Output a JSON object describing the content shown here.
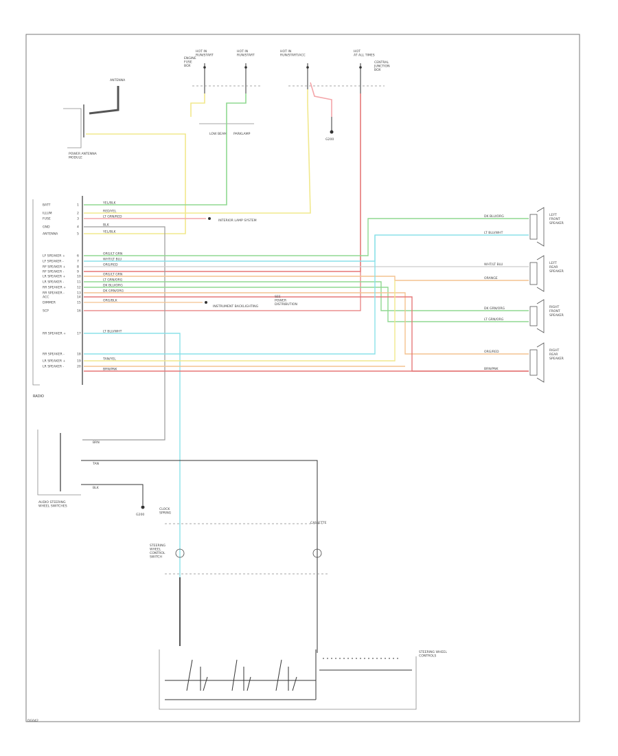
{
  "diagram": {
    "top_labels": {
      "fuse_a": "HOT IN\nRUN/START",
      "fuse_b": "HOT IN\nRUN/START",
      "fuse_c": "HOT IN\nRUN/START/ACC",
      "fuse_d": "HOT\nAT ALL TIMES",
      "fuse_a_desc": "ENGINE\nFUSE\nBOX",
      "fuse_d_desc": "CENTRAL\nJUNCTION\nBOX",
      "antenna": "ANTENNA",
      "antenna_module": "POWER ANTENNA\nMODULE",
      "ground_top": "G200",
      "relay_left": "LOW BEAM",
      "relay_right": "PARKLAMP"
    },
    "radio": {
      "title": "RADIO",
      "pin_labels": [
        "BATT",
        "ILLUM",
        "FUSE",
        "GND",
        "ANTENNA",
        "LF SPEAKER +",
        "LF SPEAKER -",
        "RF SPEAKER +",
        "RF SPEAKER -",
        "LR SPEAKER +",
        "LR SPEAKER -",
        "RR SPEAKER +",
        "RR SPEAKER -",
        "ACC",
        "DIMMER",
        "SCP",
        "RR SPEAKER +",
        "RR SPEAKER -",
        "LR SPEAKER +",
        "LR SPEAKER -"
      ],
      "wire_labels": [
        "YEL/BLK",
        "RED/YEL",
        "LT GRN/RED",
        "BLK",
        "YEL/BLK",
        "ORG/LT GRN",
        "WHT/LT BLU",
        "ORG/RED",
        "ORG/LT GRN",
        "LT GRN/ORG",
        "DK BLU/ORG",
        "DK GRN/ORG",
        "ORG/BLK",
        "LT BLU/WHT",
        "TAN/YEL",
        "BRN/PNK"
      ],
      "note_illum": "INTERIOR LAMP SYSTEM",
      "note_backlight": "INSTRUMENT BACKLIGHTING",
      "note_power_dist": "SEE\nPOWER\nDISTRIBUTION"
    },
    "speakers": [
      {
        "name": "LEFT\nFRONT\nSPEAKER",
        "wire1": "DK BLU/ORG",
        "wire2": "LT BLU/WHT"
      },
      {
        "name": "LEFT\nREAR\nSPEAKER",
        "wire1": "WHT/LT BLU",
        "wire2": "ORANGE"
      },
      {
        "name": "RIGHT\nFRONT\nSPEAKER",
        "wire1": "DK GRN/ORG",
        "wire2": "LT GRN/ORG"
      },
      {
        "name": "RIGHT\nREAR\nSPEAKER",
        "wire1": "ORG/RED",
        "wire2": "BRN/PNK"
      }
    ],
    "lower": {
      "switch_label": "AUDIO STEERING\nWHEEL SWITCHES",
      "ground_label": "G200",
      "clockspring": "CLOCK\nSPRING",
      "module_label": "STEERING\nWHEEL\nCONTROL\nSWITCH",
      "cassette": "CASSETTE",
      "bottom_right": "STEERING WHEEL\nCONTROLS",
      "wire_a": "BRN",
      "wire_b": "TAN",
      "wire_c": "BLK"
    },
    "footer_code": "DG042",
    "colors": {
      "yellow": "#f1e88c",
      "green": "#8fd890",
      "pink": "#f4a5a9",
      "red": "#e57777",
      "cyan": "#8ae0e8",
      "orange": "#f4c28f",
      "gray": "#9a9a9a",
      "black": "#333333"
    }
  }
}
